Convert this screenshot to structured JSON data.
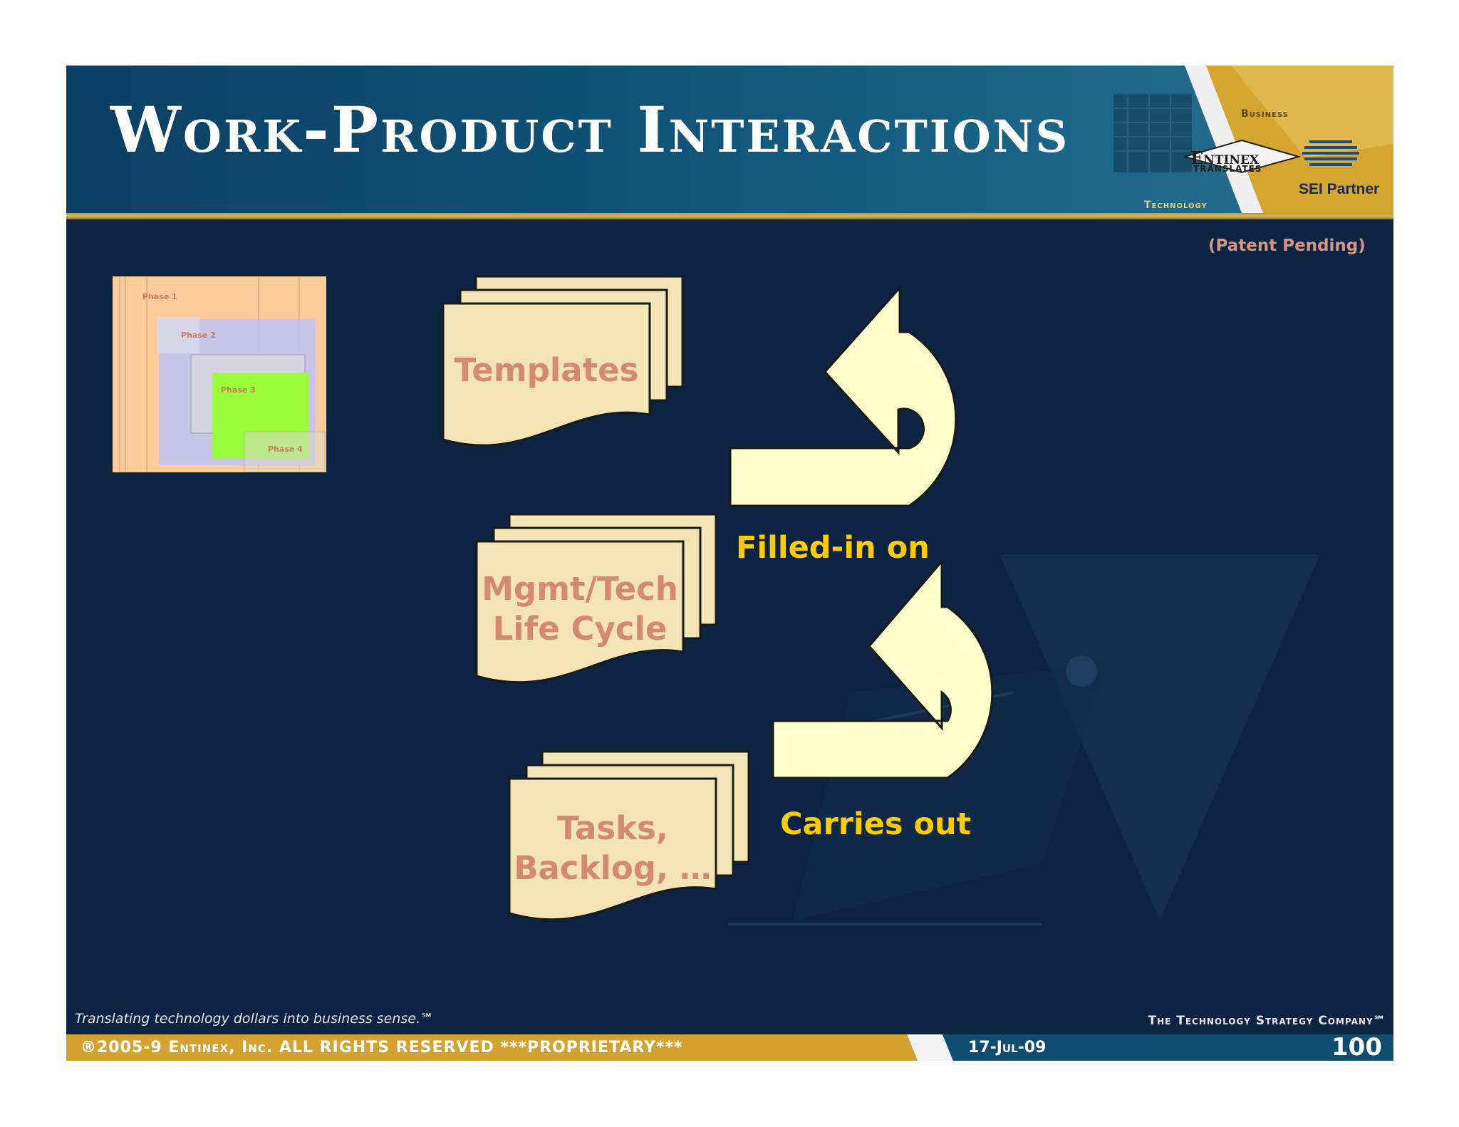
{
  "slide": {
    "title": "Work-Product Interactions",
    "patent_note": "(Patent Pending)"
  },
  "logo": {
    "business": "Business",
    "company": "Entinex",
    "translates": "TRANSLATES",
    "technology": "Technology",
    "partner": "SEI Partner"
  },
  "phase_diagram": {
    "phases": [
      "Phase 1",
      "Phase 2",
      "Phase 3",
      "Phase 4"
    ]
  },
  "documents": [
    {
      "line1": "Templates",
      "line2": ""
    },
    {
      "line1": "Mgmt/Tech",
      "line2": "Life Cycle"
    },
    {
      "line1": "Tasks,",
      "line2": "Backlog, …"
    }
  ],
  "arrows": [
    {
      "label": "Filled-in on"
    },
    {
      "label": "Carries out"
    }
  ],
  "footer": {
    "tagline": "Translating technology dollars into business sense.℠",
    "company": "The Technology Strategy Company℠",
    "copyright": "®2005-9 Entinex, Inc. ALL RIGHTS RESERVED ***PROPRIETARY***",
    "date": "17-Jul-09",
    "page": "100"
  },
  "colors": {
    "slide_bg": "#0c2342",
    "header_bg": "#0f5478",
    "gold": "#d4a22e",
    "doc_fill": "#f3e4b5",
    "doc_text": "#d38a6e",
    "arrow_fill": "#ffffcc",
    "arrow_label": "#ffcc00"
  }
}
